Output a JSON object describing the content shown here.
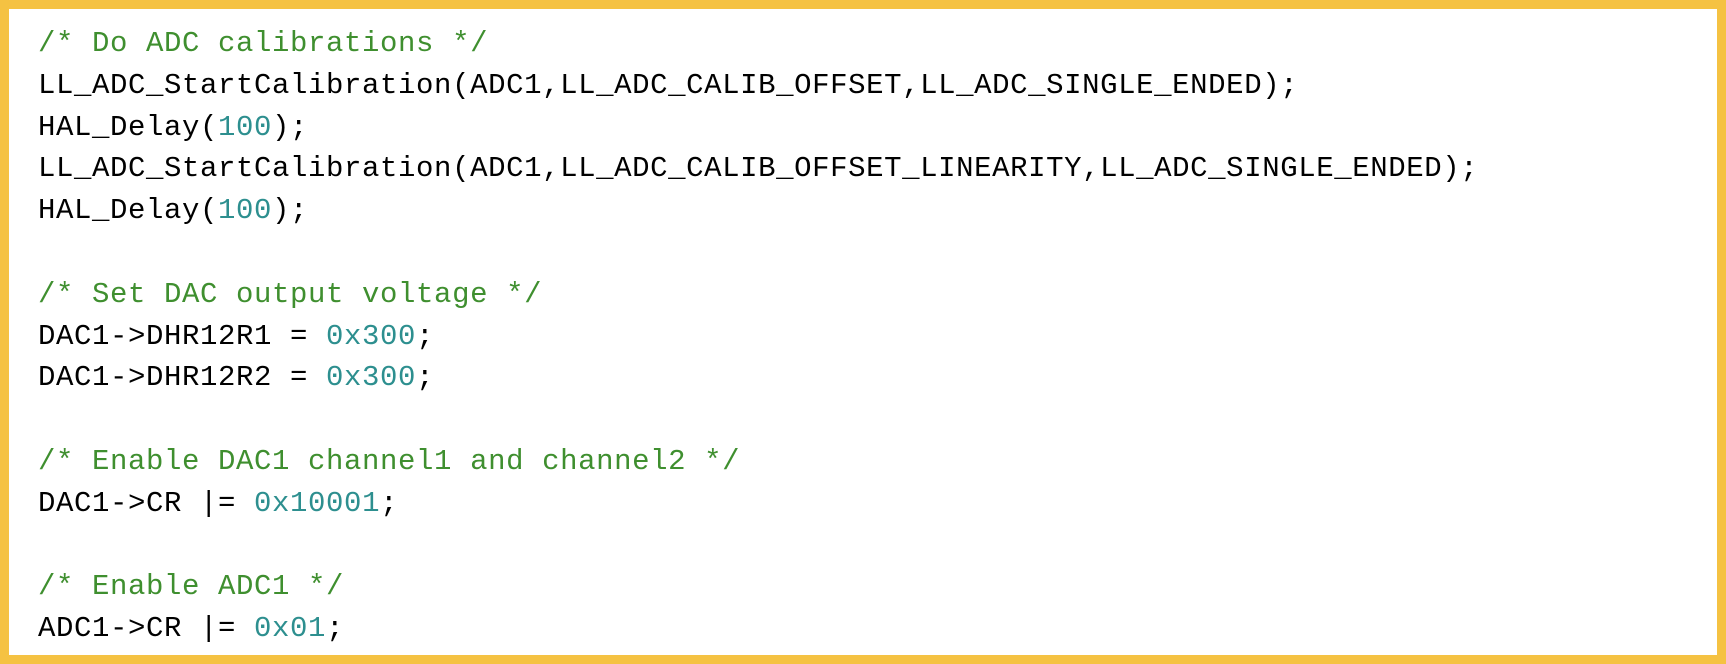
{
  "colors": {
    "frame_border": "#f5c242",
    "background": "#ffffff",
    "code_text": "#000000",
    "comment": "#3f8f2f",
    "number": "#2d8f8f"
  },
  "code_lines": [
    [
      {
        "type": "comment",
        "text": "/* Do ADC calibrations */"
      }
    ],
    [
      {
        "type": "code",
        "text": "LL_ADC_StartCalibration(ADC1,LL_ADC_CALIB_OFFSET,LL_ADC_SINGLE_ENDED);"
      }
    ],
    [
      {
        "type": "code",
        "text": "HAL_Delay("
      },
      {
        "type": "number",
        "text": "100"
      },
      {
        "type": "code",
        "text": ");"
      }
    ],
    [
      {
        "type": "code",
        "text": "LL_ADC_StartCalibration(ADC1,LL_ADC_CALIB_OFFSET_LINEARITY,LL_ADC_SINGLE_ENDED);"
      }
    ],
    [
      {
        "type": "code",
        "text": "HAL_Delay("
      },
      {
        "type": "number",
        "text": "100"
      },
      {
        "type": "code",
        "text": ");"
      }
    ],
    [],
    [
      {
        "type": "comment",
        "text": "/* Set DAC output voltage */"
      }
    ],
    [
      {
        "type": "code",
        "text": "DAC1->DHR12R1 = "
      },
      {
        "type": "number",
        "text": "0x300"
      },
      {
        "type": "code",
        "text": ";"
      }
    ],
    [
      {
        "type": "code",
        "text": "DAC1->DHR12R2 = "
      },
      {
        "type": "number",
        "text": "0x300"
      },
      {
        "type": "code",
        "text": ";"
      }
    ],
    [],
    [
      {
        "type": "comment",
        "text": "/* Enable DAC1 channel1 and channel2 */"
      }
    ],
    [
      {
        "type": "code",
        "text": "DAC1->CR |= "
      },
      {
        "type": "number",
        "text": "0x10001"
      },
      {
        "type": "code",
        "text": ";"
      }
    ],
    [],
    [
      {
        "type": "comment",
        "text": "/* Enable ADC1 */"
      }
    ],
    [
      {
        "type": "code",
        "text": "ADC1->CR |= "
      },
      {
        "type": "number",
        "text": "0x01"
      },
      {
        "type": "code",
        "text": ";"
      }
    ]
  ]
}
